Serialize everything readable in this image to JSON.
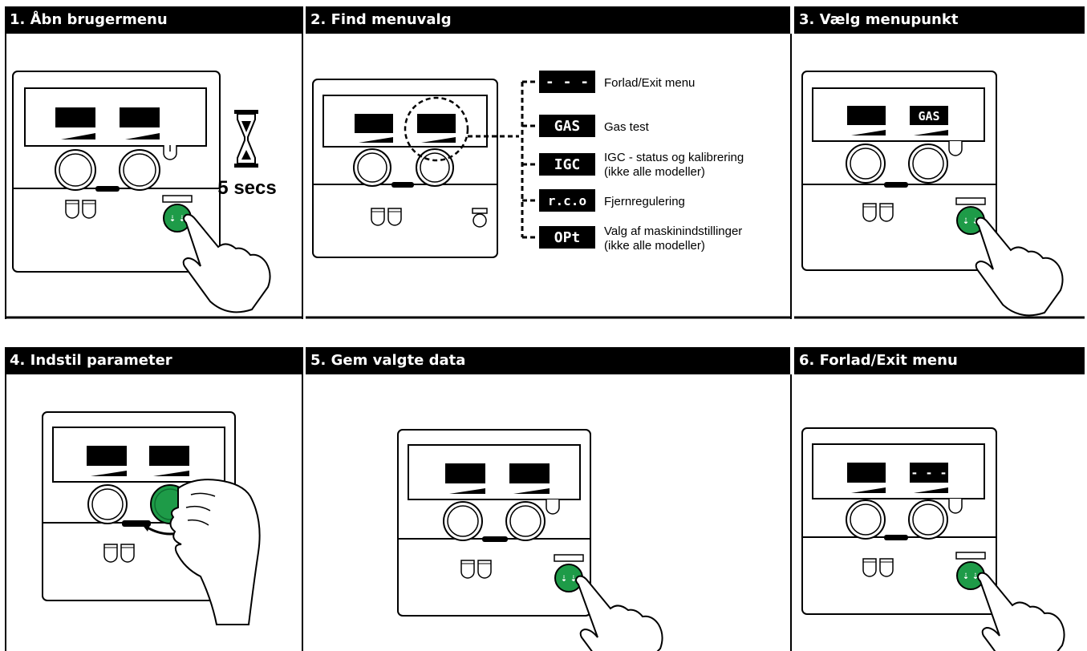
{
  "steps": [
    {
      "title": "1. Åbn brugermenu"
    },
    {
      "title": "2. Find menuvalg"
    },
    {
      "title": "3. Vælg menupunkt"
    },
    {
      "title": "4. Indstil parameter"
    },
    {
      "title": "5. Gem valgte data"
    },
    {
      "title": "6. Forlad/Exit menu"
    }
  ],
  "step1": {
    "wait_label": "5 secs",
    "wait_icon": "hourglass-icon"
  },
  "step2": {
    "menu_items": [
      {
        "code": "- - -",
        "label": "Forlad/Exit menu",
        "sub": ""
      },
      {
        "code": "GAS",
        "label": "Gas test",
        "sub": ""
      },
      {
        "code": "IGC",
        "label": "IGC - status og kalibrering",
        "sub": "(ikke alle modeller)"
      },
      {
        "code": "r.c.o",
        "label": "Fjernregulering",
        "sub": ""
      },
      {
        "code": "OPt",
        "label": "Valg af maskinindstillinger",
        "sub": "(ikke alle modeller)"
      }
    ]
  },
  "step3": {
    "display_code": "GAS"
  },
  "step6": {
    "display_code": "- - -"
  },
  "colors": {
    "accent": "#1e9b48",
    "header_bg": "#000000",
    "display_bg": "#000000"
  }
}
